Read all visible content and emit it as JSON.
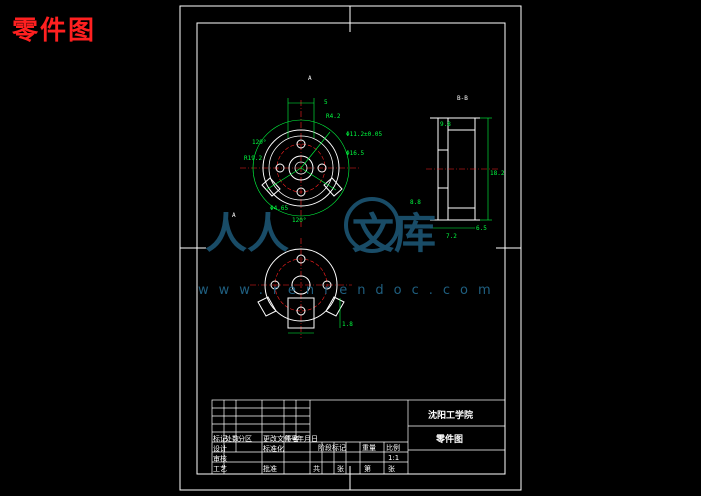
{
  "page_title": "零件图",
  "watermark": {
    "site": "www.renrendoc.com"
  },
  "title_block": {
    "school": "沈阳工学院",
    "drawing_name": "零件图",
    "row_labels": [
      "标记",
      "处数",
      "分区",
      "更改文件号",
      "签名",
      "年月日",
      "设计",
      "标准化",
      "审核",
      "工艺",
      "批准"
    ],
    "fields": [
      "阶段标记",
      "重量",
      "比例",
      "共",
      "张",
      "第",
      "张"
    ],
    "scale": "1:1"
  },
  "views": {
    "section_label": "B-B",
    "view_labels": [
      "A",
      "A"
    ],
    "dimensions": [
      "5",
      "R4.2",
      "Φ11.2±0.05",
      "Φ16.5",
      "R19.2",
      "Φ4.65",
      "120°",
      "120°",
      "18.2",
      "6.5",
      "9.8",
      "8.8",
      "7.2",
      "1.8"
    ]
  },
  "colors": {
    "background": "#000000",
    "outline": "#ffffff",
    "dimension": "#00ff40",
    "centerline": "#ff2020",
    "title": "#ff2020",
    "watermark": "#1e5a7a"
  }
}
